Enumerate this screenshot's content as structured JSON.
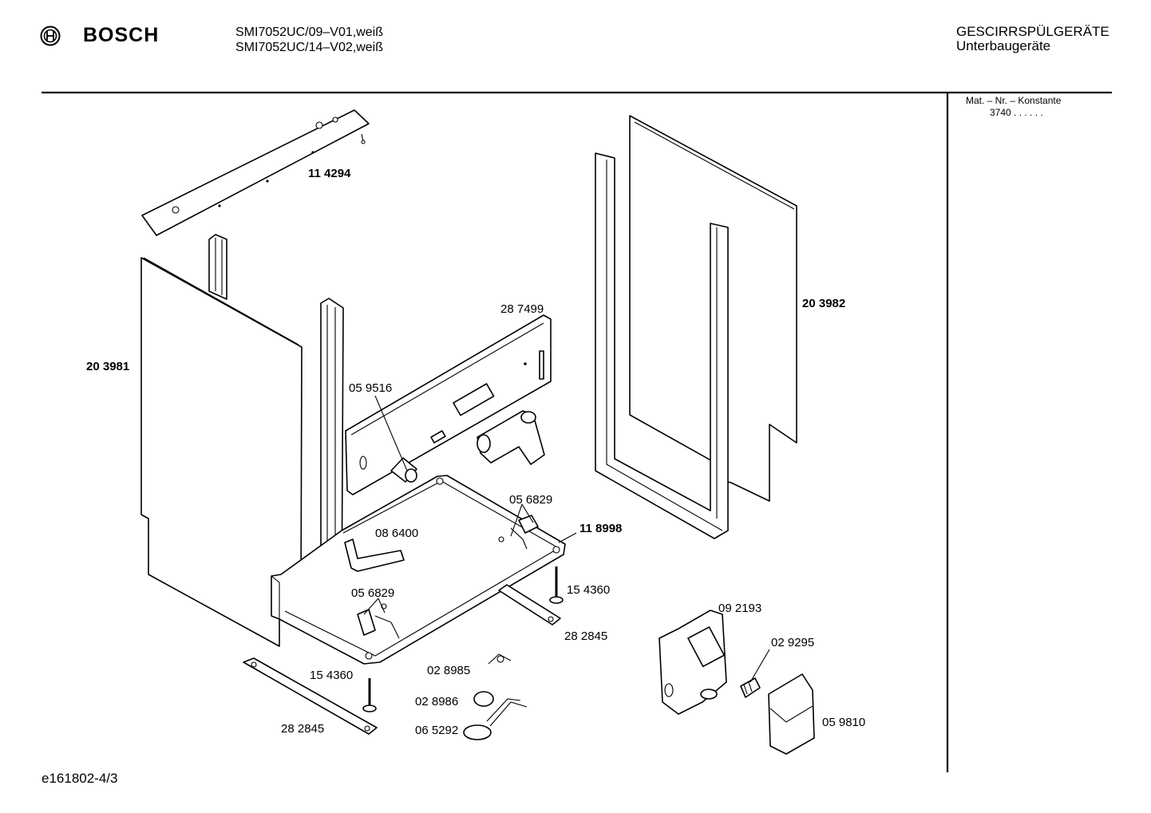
{
  "header": {
    "brand": "BOSCH",
    "models": [
      "SMI7052UC/09–V01,weiß",
      "SMI7052UC/14–V02,weiß"
    ],
    "category": [
      "GESCIRRSPÜLGERÄTE",
      "Unterbaugeräte"
    ]
  },
  "sidebar": {
    "mat_label": "Mat. – Nr. – Konstante",
    "mat_value": "3740 . . . . . ."
  },
  "footer": {
    "code": "e161802-4/3"
  },
  "parts": [
    {
      "id": "p114294",
      "number": "11 4294",
      "bold": true
    },
    {
      "id": "p203981",
      "number": "20 3981",
      "bold": true
    },
    {
      "id": "p203982",
      "number": "20 3982",
      "bold": true
    },
    {
      "id": "p287499",
      "number": "28 7499",
      "bold": false
    },
    {
      "id": "p059516",
      "number": "05 9516",
      "bold": false
    },
    {
      "id": "p056829a",
      "number": "05 6829",
      "bold": false
    },
    {
      "id": "p118998",
      "number": "11 8998",
      "bold": true
    },
    {
      "id": "p086400",
      "number": "08 6400",
      "bold": false
    },
    {
      "id": "p154360a",
      "number": "15 4360",
      "bold": false
    },
    {
      "id": "p056829b",
      "number": "05 6829",
      "bold": false
    },
    {
      "id": "p282845a",
      "number": "28 2845",
      "bold": false
    },
    {
      "id": "p092193",
      "number": "09 2193",
      "bold": false
    },
    {
      "id": "p029295",
      "number": "02 9295",
      "bold": false
    },
    {
      "id": "p028985",
      "number": "02 8985",
      "bold": false
    },
    {
      "id": "p154360b",
      "number": "15 4360",
      "bold": false
    },
    {
      "id": "p028986",
      "number": "02 8986",
      "bold": false
    },
    {
      "id": "p059810",
      "number": "05 9810",
      "bold": false
    },
    {
      "id": "p282845b",
      "number": "28 2845",
      "bold": false
    },
    {
      "id": "p065292",
      "number": "06 5292",
      "bold": false
    }
  ]
}
